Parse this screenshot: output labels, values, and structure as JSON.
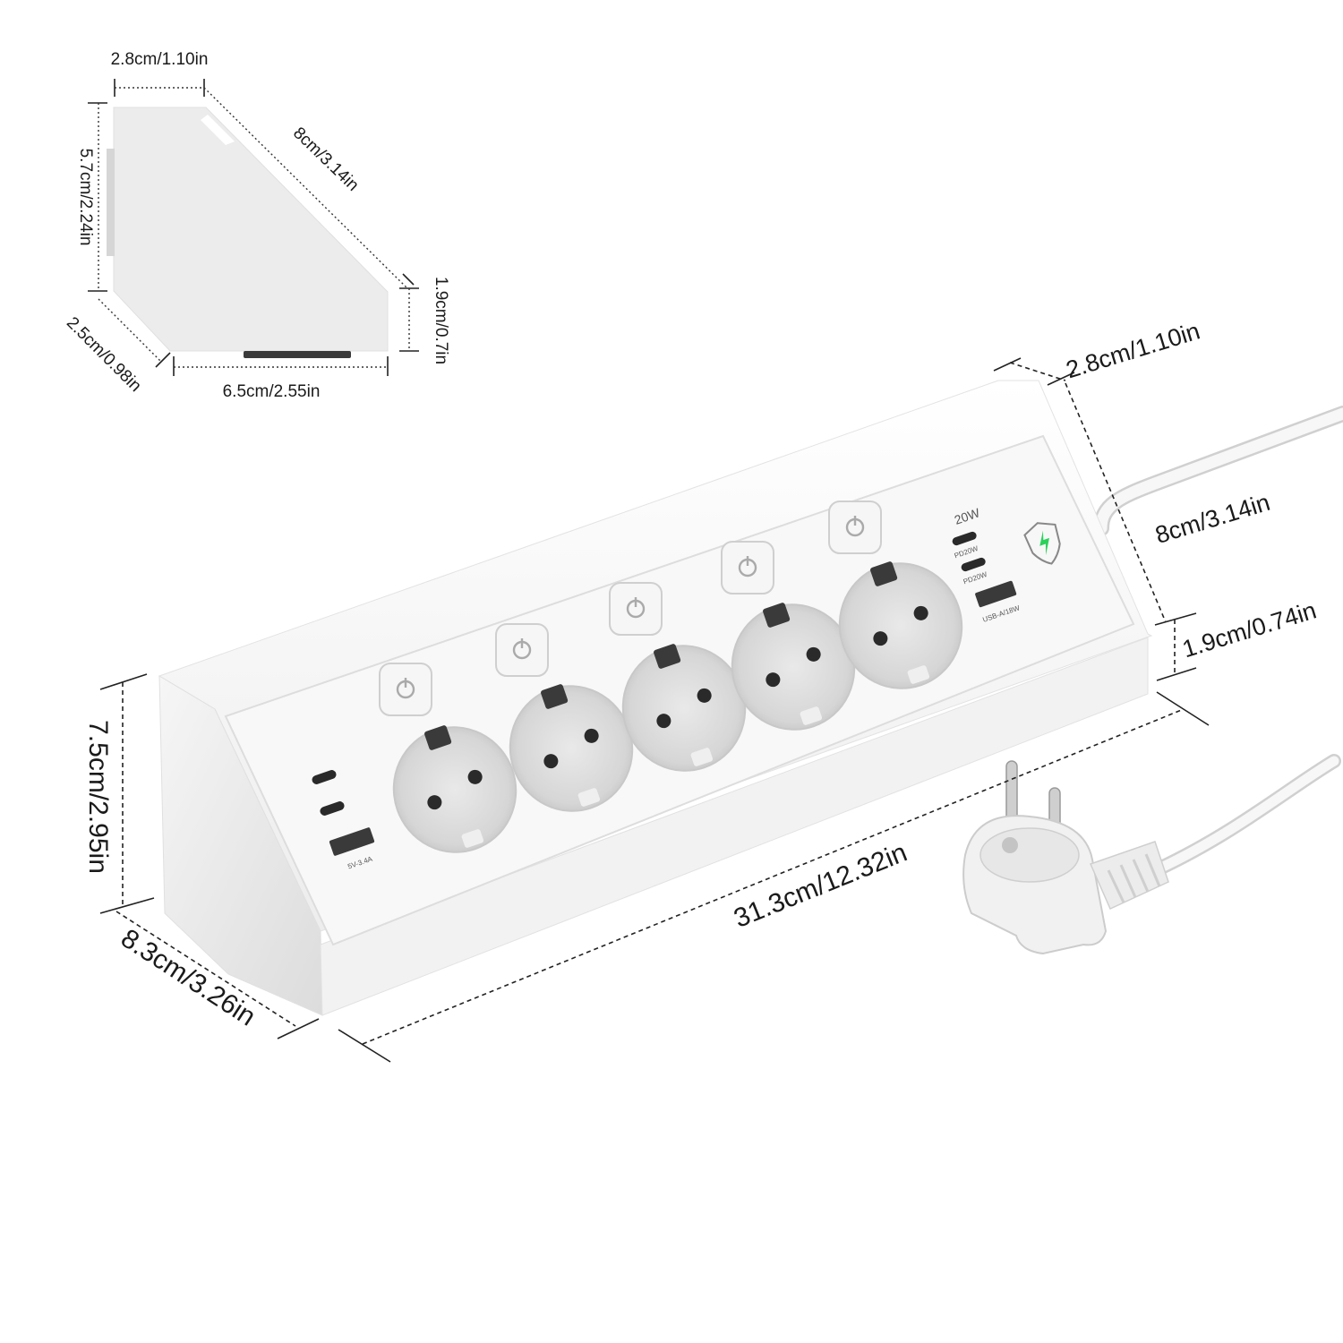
{
  "side_view": {
    "top_width": "2.8cm/1.10in",
    "slant_length": "8cm/3.14in",
    "left_height": "5.7cm/2.24in",
    "right_height": "1.9cm/0.7in",
    "bottom_slant": "2.5cm/0.98in",
    "bottom_width": "6.5cm/2.55in"
  },
  "main_view": {
    "top_depth": "2.8cm/1.10in",
    "slant_depth": "8cm/3.14in",
    "front_height": "1.9cm/0.74in",
    "height": "7.5cm/2.95in",
    "base_depth": "8.3cm/3.26in",
    "length": "31.3cm/12.32in"
  },
  "device": {
    "outlet_count": 5,
    "left_ports": [
      "USB-C",
      "USB-C",
      "USB-A"
    ],
    "left_usb_a_label": "5V-3.4A",
    "right_ports": [
      "USB-C",
      "USB-C",
      "USB-A"
    ],
    "right_badge": "20W",
    "pd_label_1": "PD20W",
    "pd_label_2": "PD20W",
    "right_usb_a_label": "USB-A/18W",
    "accent_color": "#2bd15a",
    "body_color": "#f4f4f4",
    "socket_color": "#d9d9d9"
  }
}
